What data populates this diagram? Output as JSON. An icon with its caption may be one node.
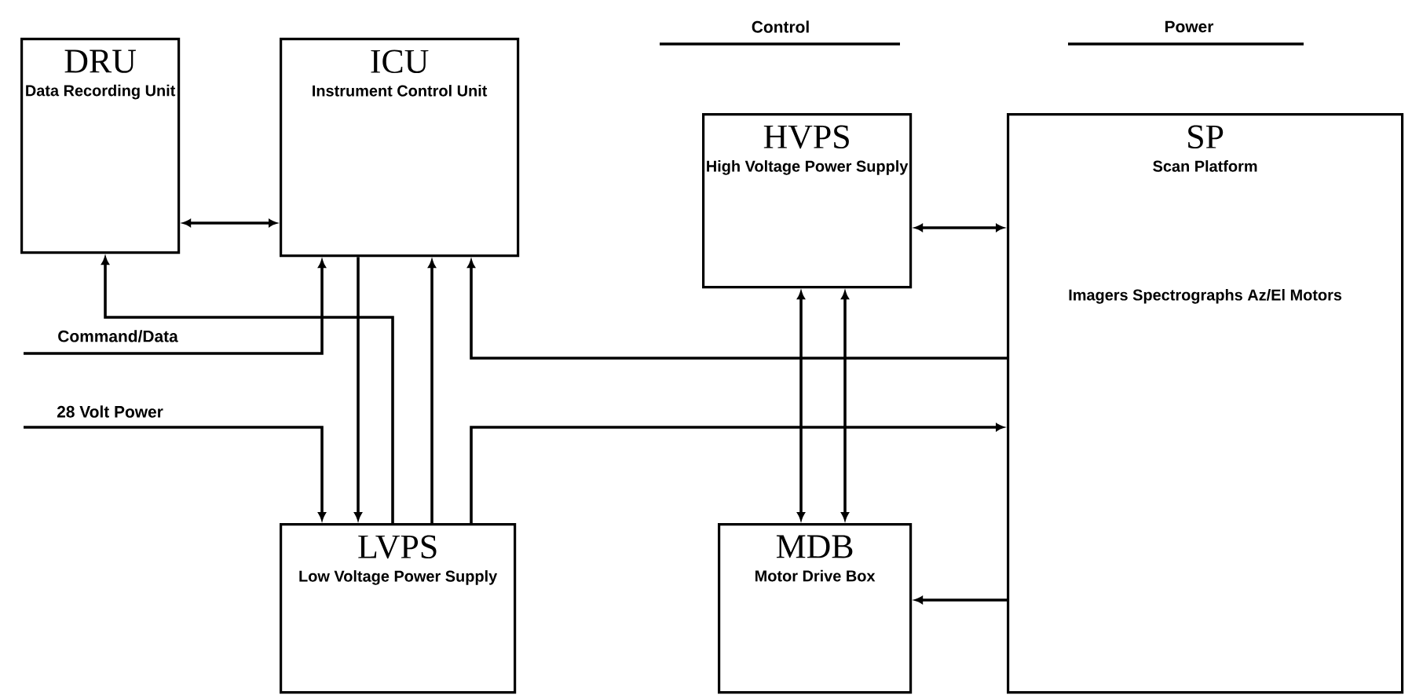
{
  "diagram": {
    "nodes": [
      {
        "text": [
          "DRU",
          "Data Recording Unit"
        ]
      },
      {
        "text": [
          "ICU",
          "Instrument Control Unit"
        ]
      },
      {
        "text": [
          "HVPS",
          "High Voltage Power Supply"
        ]
      },
      {
        "text": [
          "SP",
          "Scan Platform",
          "Imagers Spectrographs Az/El Motors"
        ]
      },
      {
        "text": [
          "LVPS",
          "Low Voltage Power Supply"
        ]
      },
      {
        "text": [
          "MDB",
          "Motor Drive Box"
        ]
      }
    ],
    "edges": [
      {
        "from": 0,
        "to": 1,
        "arrow": "both"
      },
      {
        "from": null,
        "to": 1,
        "arrow": "to",
        "label": "Command/Data"
      },
      {
        "from": null,
        "to": 4,
        "arrow": "to",
        "label": "28 Volt Power"
      },
      {
        "from": 4,
        "to": 0,
        "arrow": "to"
      },
      {
        "from": 1,
        "to": 4,
        "arrow": "to"
      },
      {
        "from": 4,
        "to": 1,
        "arrow": "to"
      },
      {
        "from": 3,
        "to": 1,
        "arrow": "to"
      },
      {
        "from": 4,
        "to": 3,
        "arrow": "to"
      },
      {
        "from": 2,
        "to": 3,
        "arrow": "both"
      },
      {
        "from": 2,
        "to": 5,
        "arrow": "both"
      },
      {
        "from": 2,
        "to": 5,
        "arrow": "both"
      },
      {
        "from": 3,
        "to": 5,
        "arrow": "to"
      }
    ],
    "labels": [
      "Control",
      "Power"
    ]
  }
}
